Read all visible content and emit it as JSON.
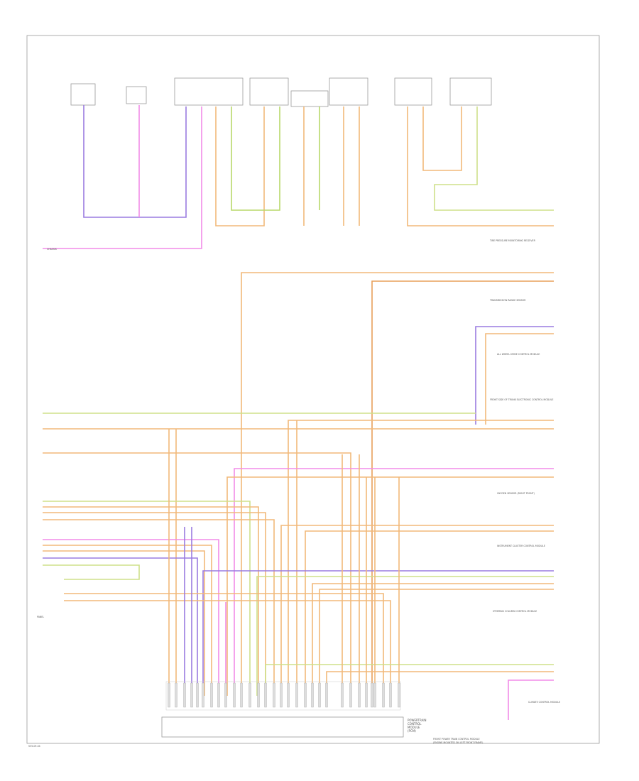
{
  "page_code": "V35-09-04",
  "colors": {
    "orange": "#f2b97a",
    "orange_dark": "#e8a05a",
    "violet": "#9a7be0",
    "pink": "#f28ce8",
    "green": "#b8d86a",
    "yellow_green": "#cfe08a",
    "border": "#999999"
  },
  "left_labels": {
    "inline_1": "CHASSIS",
    "ground": "PANEL"
  },
  "bottom_module": {
    "label_lines": [
      "POWERTRAIN",
      "CONTROL",
      "MODULE",
      "(PCM)"
    ]
  },
  "bottom_right_title": [
    "FRONT POWER TRAIN CONTROL MODULE",
    "(ENGINE MOUNTED ON LEFT FRONT FRAME)"
  ],
  "right_labels": [
    "TIRE PRESSURE MONITORING RECEIVER",
    "TRANSMISSION RANGE SENSOR",
    "ALL WHEEL DRIVE CONTROL MODULE",
    "FRONT SIDE OF TRUNK ELECTRONIC CONTROL MODULE",
    "OXYGEN SENSOR (RIGHT FRONT)",
    "INSTRUMENT CLUSTER CONTROL MODULE",
    "STEERING COLUMN CONTROL MODULE",
    "CLIMATE CONTROL MODULE"
  ]
}
